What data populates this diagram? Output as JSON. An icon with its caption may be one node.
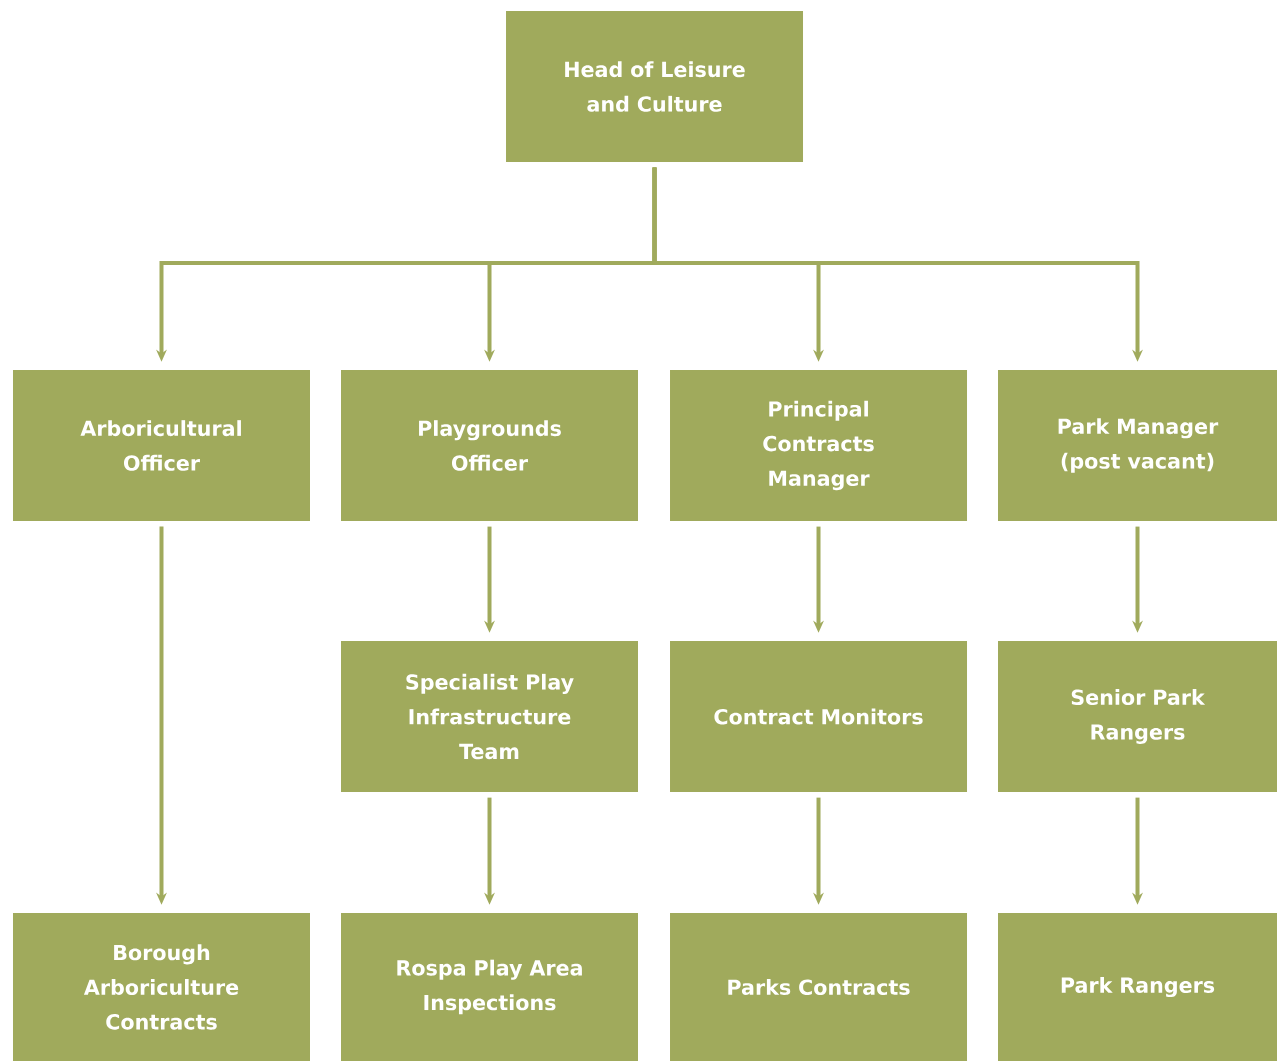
{
  "diagram": {
    "nodes": [
      {
        "text": [
          "Head of Leisure and Culture"
        ]
      },
      {
        "text": [
          "Arboricultural Officer"
        ]
      },
      {
        "text": [
          "Playgrounds Officer"
        ]
      },
      {
        "text": [
          "Principal Contracts Manager"
        ]
      },
      {
        "text": [
          "Park Manager (post vacant)"
        ]
      },
      {
        "text": [
          "Specialist Play Infrastructure Team"
        ]
      },
      {
        "text": [
          "Contract Monitors"
        ]
      },
      {
        "text": [
          "Senior Park Rangers"
        ]
      },
      {
        "text": [
          "Borough Arboriculture Contracts"
        ]
      },
      {
        "text": [
          "Rospa Play Area Inspections"
        ]
      },
      {
        "text": [
          "Parks Contracts"
        ]
      },
      {
        "text": [
          "Park Rangers"
        ]
      }
    ],
    "edges": [
      {
        "from": 0,
        "to": 1,
        "arrow": "to"
      },
      {
        "from": 0,
        "to": 2,
        "arrow": "to"
      },
      {
        "from": 0,
        "to": 3,
        "arrow": "to"
      },
      {
        "from": 0,
        "to": 4,
        "arrow": "to"
      },
      {
        "from": 1,
        "to": 8,
        "arrow": "to"
      },
      {
        "from": 2,
        "to": 5,
        "arrow": "to"
      },
      {
        "from": 5,
        "to": 9,
        "arrow": "to"
      },
      {
        "from": 3,
        "to": 6,
        "arrow": "to"
      },
      {
        "from": 6,
        "to": 10,
        "arrow": "to"
      },
      {
        "from": 4,
        "to": 7,
        "arrow": "to"
      },
      {
        "from": 7,
        "to": 11,
        "arrow": "to"
      }
    ]
  }
}
